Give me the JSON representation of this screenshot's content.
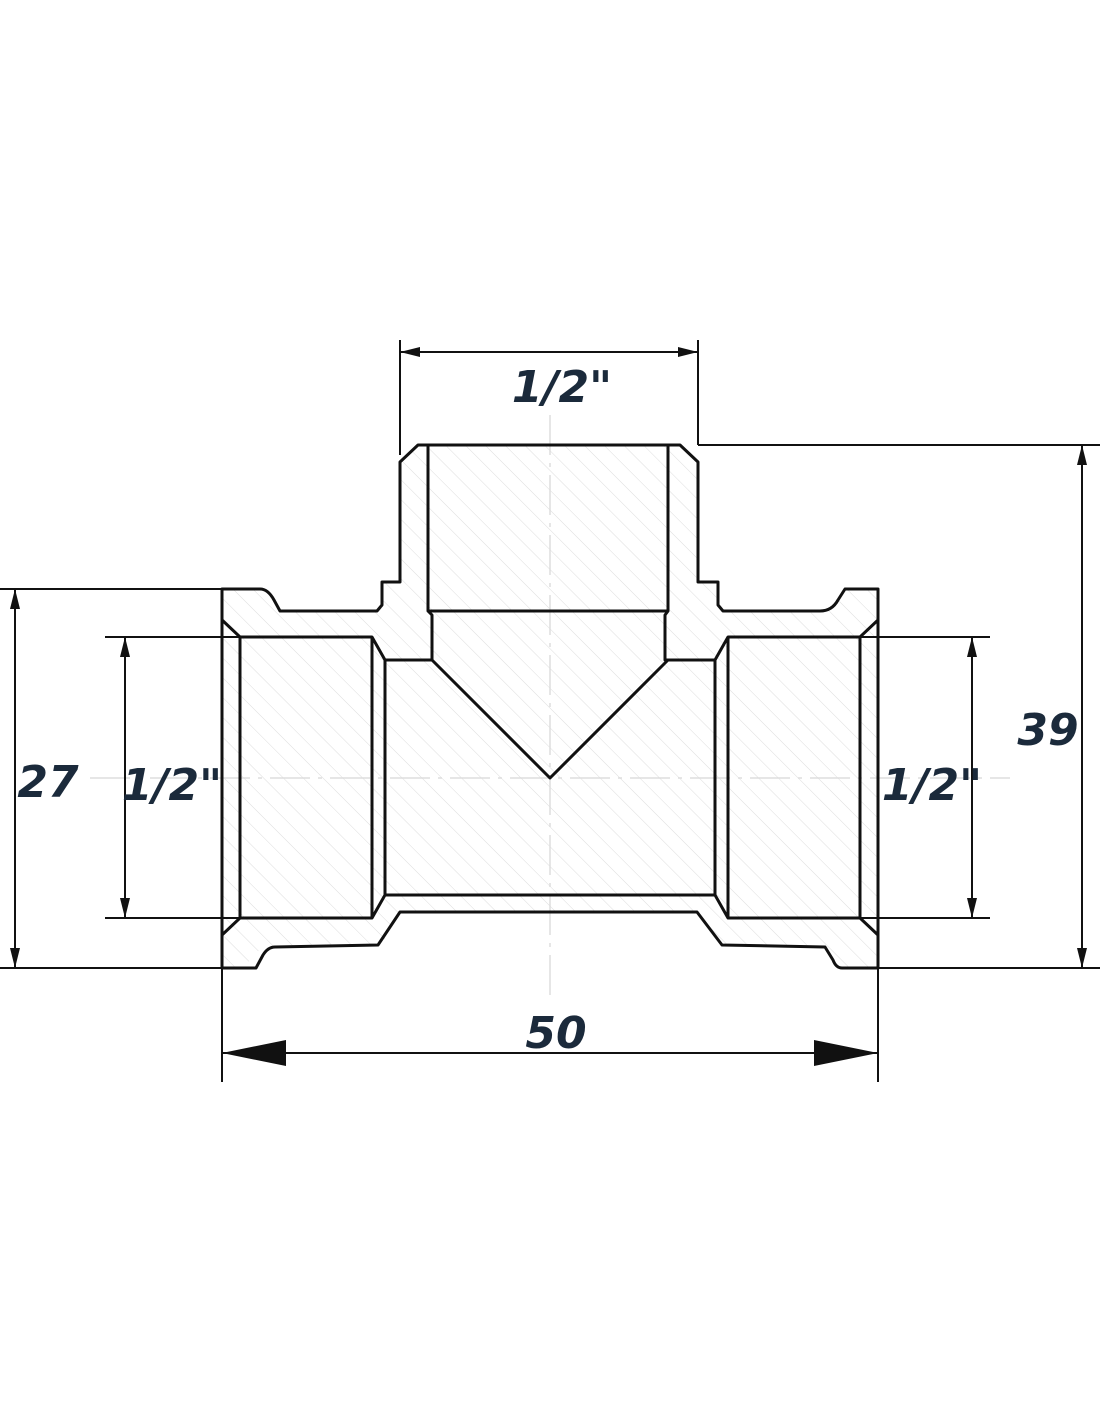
{
  "drawing": {
    "title": "Tee fitting 1/2\" dimensional drawing",
    "dimensions": {
      "top_thread": "1/2\"",
      "left_thread": "1/2\"",
      "right_thread": "1/2\"",
      "height_total": "39",
      "height_body": "27",
      "length_total": "50"
    },
    "colors": {
      "text": "#1b2a3b",
      "line": "#111111"
    }
  }
}
